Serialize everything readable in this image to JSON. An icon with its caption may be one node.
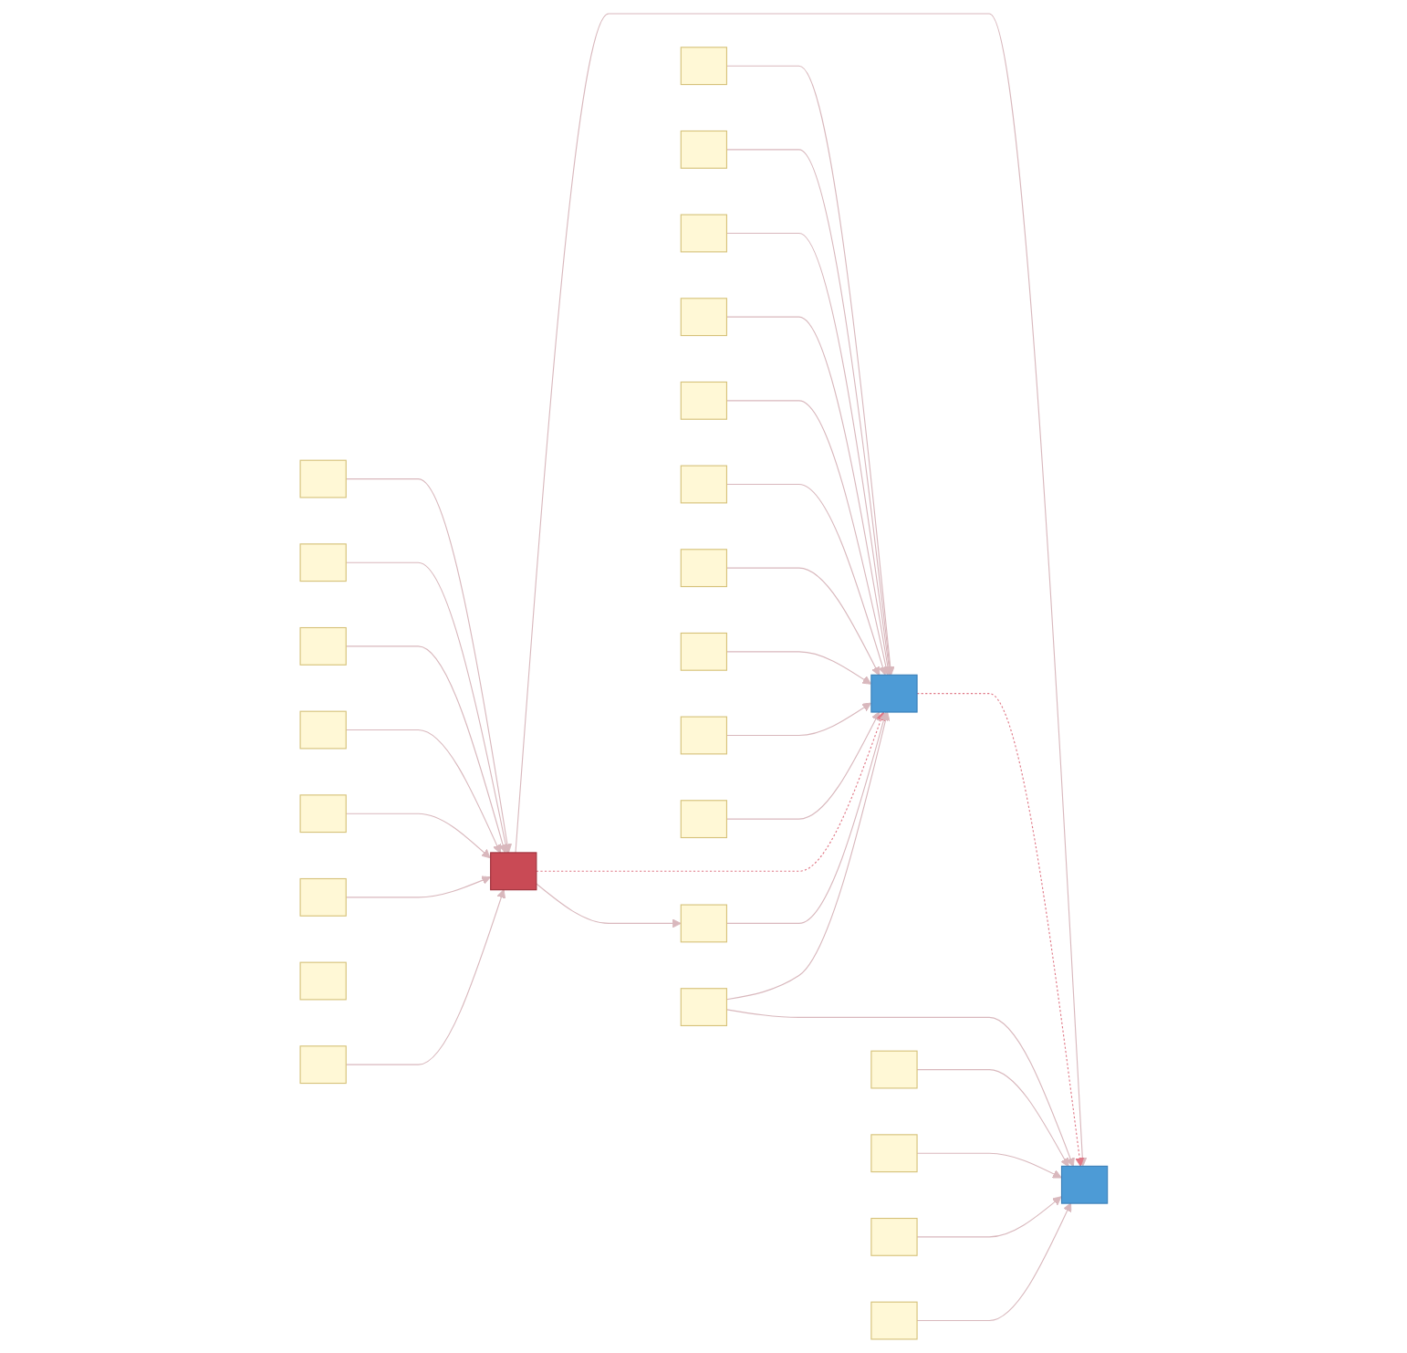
{
  "diagram": {
    "nodes": [
      {
        "text": [],
        "shape": "box"
      },
      {
        "text": [],
        "shape": "box"
      },
      {
        "text": [],
        "shape": "box"
      },
      {
        "text": [],
        "shape": "box"
      },
      {
        "text": [],
        "shape": "box"
      },
      {
        "text": [],
        "shape": "box"
      },
      {
        "text": [],
        "shape": "box"
      },
      {
        "text": [],
        "shape": "box"
      },
      {
        "text": [],
        "shape": "box"
      },
      {
        "text": [],
        "shape": "box"
      },
      {
        "text": [],
        "shape": "box"
      },
      {
        "text": [],
        "shape": "box"
      },
      {
        "text": [],
        "shape": "box"
      },
      {
        "text": [],
        "shape": "box"
      },
      {
        "text": [],
        "shape": "box"
      },
      {
        "text": [],
        "shape": "box"
      },
      {
        "text": [],
        "shape": "box"
      },
      {
        "text": [],
        "shape": "box"
      },
      {
        "text": [],
        "shape": "box"
      },
      {
        "text": [],
        "shape": "box"
      },
      {
        "text": [],
        "shape": "box"
      },
      {
        "text": [],
        "shape": "box"
      },
      {
        "text": [],
        "shape": "box"
      },
      {
        "text": [],
        "shape": "box"
      },
      {
        "text": [],
        "shape": "box"
      },
      {
        "text": [],
        "shape": "box"
      },
      {
        "text": [],
        "shape": "box"
      }
    ],
    "edges": [
      {
        "from": 0,
        "to": 12,
        "arrow": "to"
      },
      {
        "from": 1,
        "to": 12,
        "arrow": "to"
      },
      {
        "from": 2,
        "to": 12,
        "arrow": "to"
      },
      {
        "from": 3,
        "to": 12,
        "arrow": "to"
      },
      {
        "from": 4,
        "to": 12,
        "arrow": "to"
      },
      {
        "from": 5,
        "to": 12,
        "arrow": "to"
      },
      {
        "from": 6,
        "to": 12,
        "arrow": "to"
      },
      {
        "from": 7,
        "to": 12,
        "arrow": "to"
      },
      {
        "from": 8,
        "to": 12,
        "arrow": "to"
      },
      {
        "from": 9,
        "to": 12,
        "arrow": "to"
      },
      {
        "from": 10,
        "to": 16,
        "arrow": "to"
      },
      {
        "from": 11,
        "to": 16,
        "arrow": "to"
      },
      {
        "from": 13,
        "to": 16,
        "arrow": "to"
      },
      {
        "from": 15,
        "to": 16,
        "arrow": "to"
      },
      {
        "from": 18,
        "to": 16,
        "arrow": "to"
      },
      {
        "from": 22,
        "to": 16,
        "arrow": "to"
      },
      {
        "from": 26,
        "to": 16,
        "arrow": "to"
      },
      {
        "from": 16,
        "to": 12,
        "arrow": "to",
        "style": "dashed",
        "color": "#e07a88"
      },
      {
        "from": 16,
        "to": 19,
        "arrow": "to"
      },
      {
        "from": 16,
        "to": 21,
        "arrow": "to"
      },
      {
        "from": 21,
        "to": 12,
        "arrow": "to"
      },
      {
        "from": 12,
        "to": 19,
        "arrow": "to",
        "style": "dashed",
        "color": "#e07a88"
      },
      {
        "from": 14,
        "to": 12,
        "arrow": "to"
      },
      {
        "from": 14,
        "to": 19,
        "arrow": "to"
      },
      {
        "from": 17,
        "to": 19,
        "arrow": "to"
      },
      {
        "from": 20,
        "to": 19,
        "arrow": "to"
      },
      {
        "from": 24,
        "to": 19,
        "arrow": "to"
      },
      {
        "from": 25,
        "to": 19,
        "arrow": "to"
      }
    ]
  }
}
